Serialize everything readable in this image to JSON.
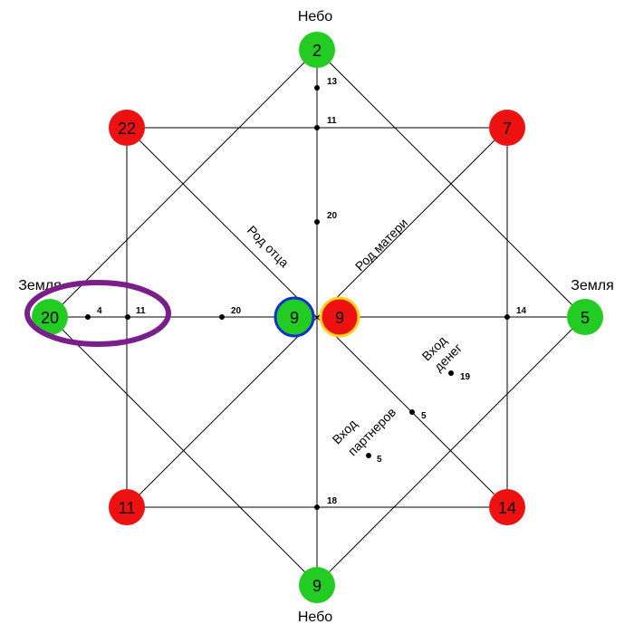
{
  "labels": {
    "top": "Небо",
    "bottom": "Небо",
    "left": "Земля",
    "right": "Земля",
    "father_line": "Род отца",
    "mother_line": "Род матери",
    "money_entry_1": "Вход",
    "money_entry_2": "денег",
    "partner_entry_1": "Вход",
    "partner_entry_2": "партнеров"
  },
  "nodes": {
    "top": "2",
    "bottom": "9",
    "left": "20",
    "right": "5",
    "top_left": "22",
    "top_right": "7",
    "bottom_left": "11",
    "bottom_right": "14",
    "center_left": "9",
    "center_right": "9"
  },
  "points": {
    "v_13": "13",
    "v_11": "11",
    "v_20": "20",
    "v_18": "18",
    "h_4": "4",
    "h_11": "11",
    "h_20": "20",
    "h_14": "14",
    "d_19": "19",
    "d_5a": "5",
    "d_5b": "5"
  },
  "colors": {
    "green": "#22cc22",
    "red": "#ee1111",
    "center_left_ring": "#1133cc",
    "center_right_ring": "#ffd21a",
    "highlight_ellipse": "#7a1e8c"
  }
}
